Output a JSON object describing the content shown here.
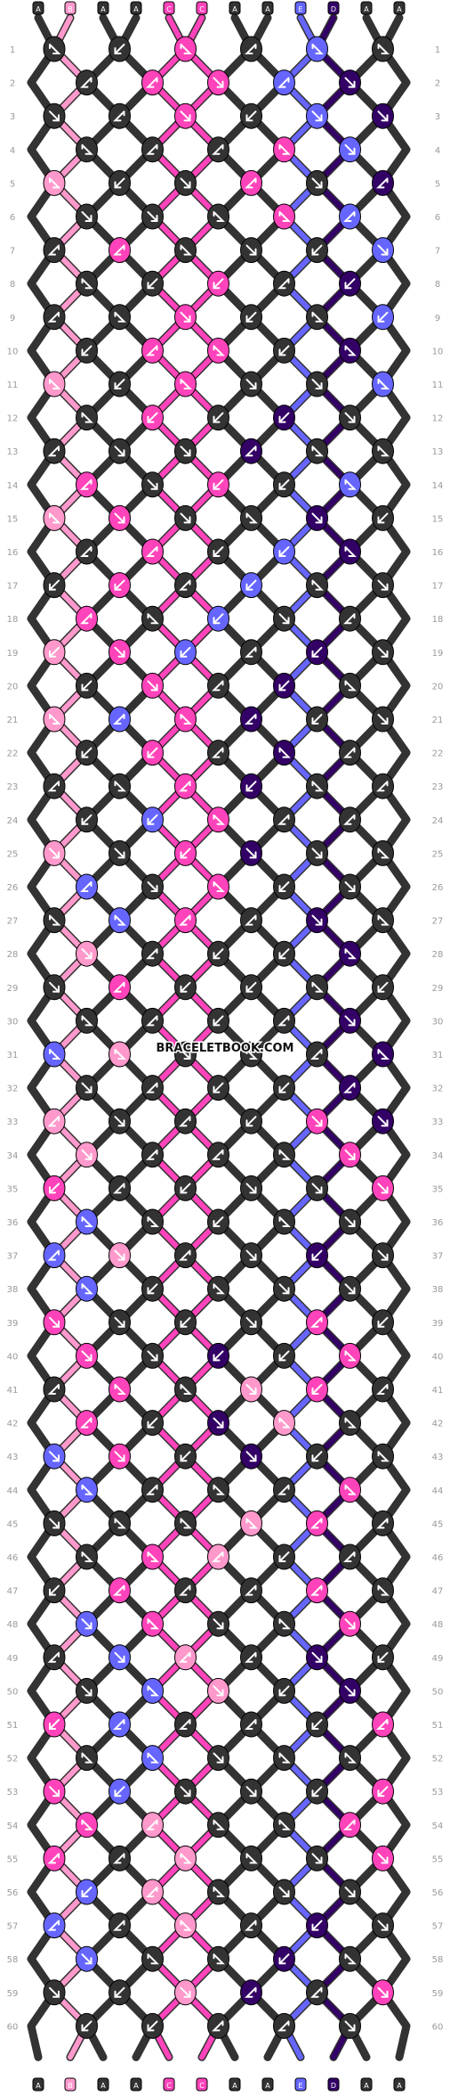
{
  "pattern": {
    "watermark": "BRACELETBOOK.COM",
    "string_labels": [
      "A",
      "B",
      "A",
      "A",
      "C",
      "C",
      "A",
      "A",
      "E",
      "D",
      "A",
      "A"
    ],
    "colors": {
      "A": "#333333",
      "B": "#ff99cc",
      "C": "#ff44bb",
      "D": "#330066",
      "E": "#6666ff",
      "F": "#99aaff"
    },
    "rows": 60,
    "knots_per_row_odd": 6,
    "knots_per_row_even": 5
  }
}
